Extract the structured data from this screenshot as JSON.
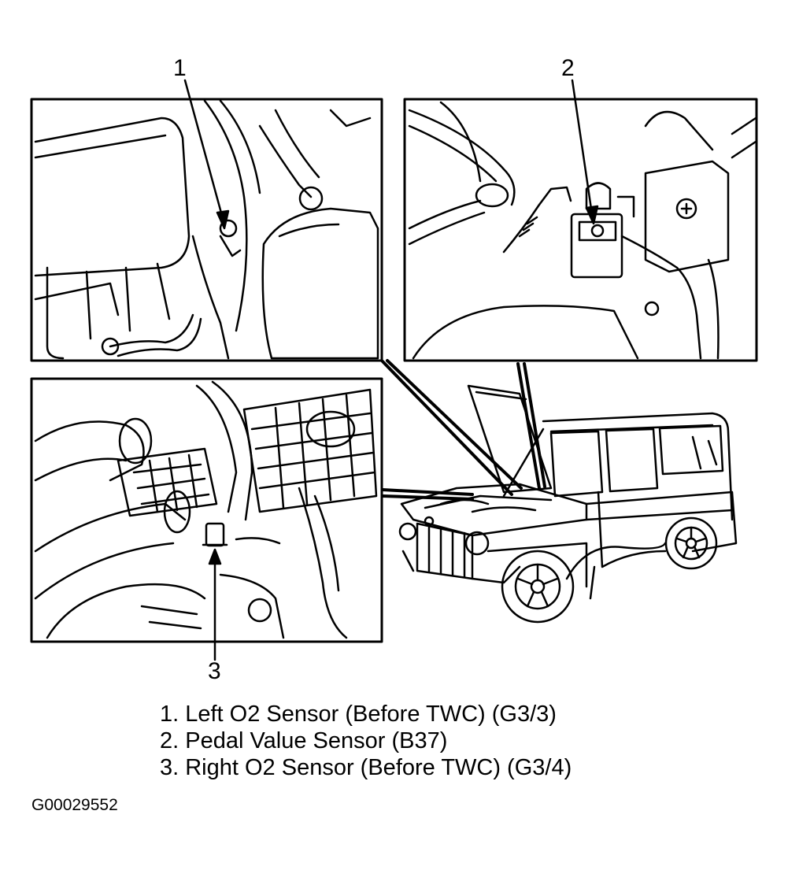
{
  "callouts": {
    "one": "1",
    "two": "2",
    "three": "3"
  },
  "legend": [
    "1. Left O2 Sensor (Before TWC) (G3/3)",
    "2. Pedal Value Sensor (B37)",
    "3. Right O2 Sensor (Before TWC) (G3/4)"
  ],
  "figure_id": "G00029552",
  "colors": {
    "ink": "#000000",
    "paper": "#ffffff"
  }
}
